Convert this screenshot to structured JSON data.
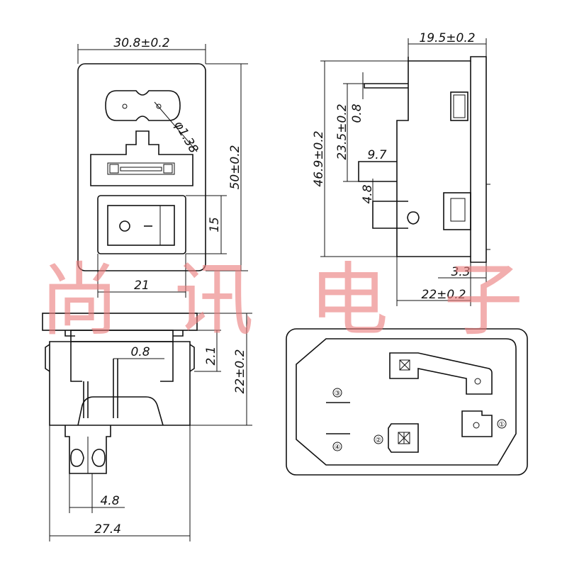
{
  "front_view": {
    "width_label": "30.8±0.2",
    "height_label": "50±0.2",
    "pin_dia_label": "φ1.38",
    "switch_height_label": "15",
    "switch_width_label": "21"
  },
  "side_view": {
    "depth_label": "19.5±0.2",
    "overall_height_label": "46.9±0.2",
    "upper_height_label": "23.5±0.2",
    "pin_thickness_label": "0.8",
    "tab_length_label": "9.7",
    "tab_width_label": "4.8",
    "lip_label": "3.3",
    "body_depth_label": "22±0.2"
  },
  "bottom_view": {
    "pin_thickness_label": "0.8",
    "flange_label": "2.1",
    "height_label": "22±0.2",
    "tab_width_label": "4.8",
    "width_label": "27.4"
  },
  "rear_view": {
    "terminal_labels": [
      "①",
      "②",
      "③",
      "④"
    ]
  },
  "watermark": [
    "尚",
    "讯",
    "电",
    "子"
  ]
}
